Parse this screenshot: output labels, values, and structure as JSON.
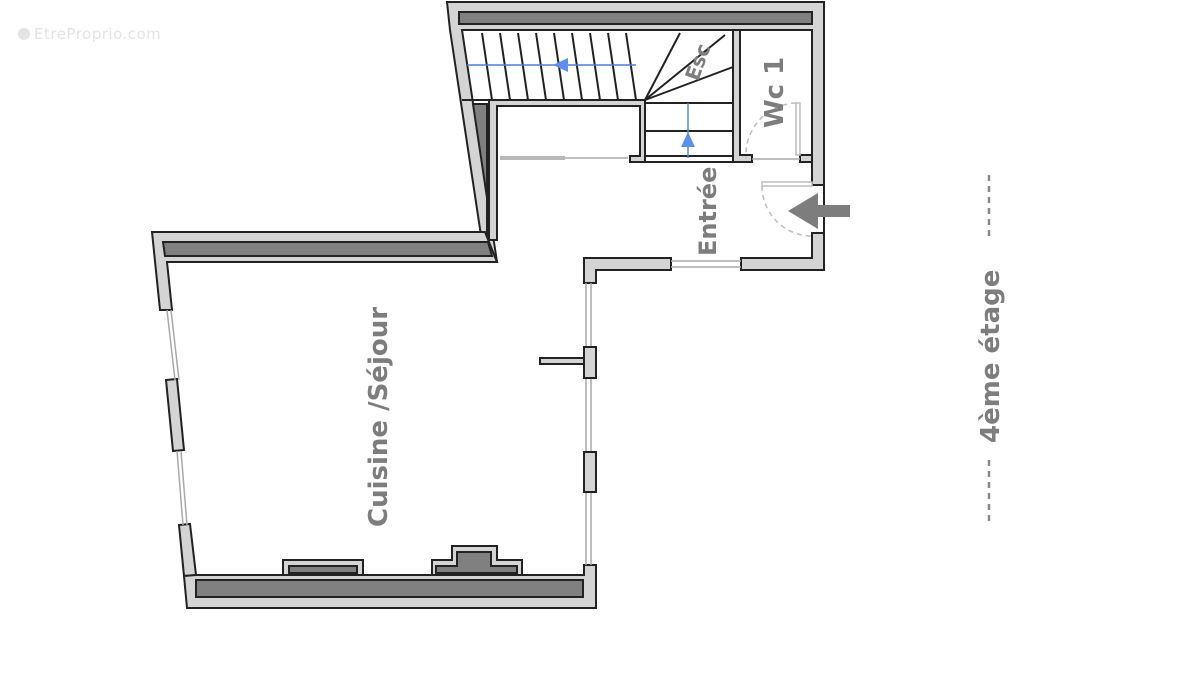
{
  "watermark": {
    "text": "EtreProprio.com",
    "icon": "copyright-circle-icon"
  },
  "floor_label": "4ème étage",
  "rooms": {
    "stairs": "Esc",
    "wc": "Wc 1",
    "entrance": "Entrée",
    "living": "Cuisine /Séjour"
  },
  "colors": {
    "wall_fill": "#d4d4d4",
    "wall_dark": "#808080",
    "outline": "#222222",
    "label": "#7d7d7d",
    "stair_arrow": "#5b8ef0",
    "entry_arrow": "#7d7d7d"
  }
}
